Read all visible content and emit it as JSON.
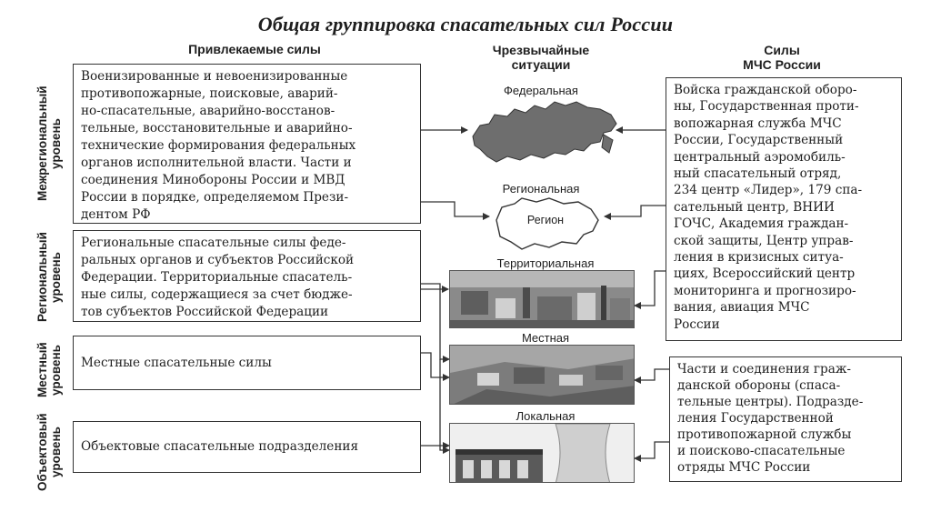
{
  "title": "Общая группировка спасательных сил России",
  "headers": {
    "left": "Привлекаемые силы",
    "center": [
      "Чрезвычайные",
      "ситуации"
    ],
    "right": [
      "Силы",
      "МЧС России"
    ]
  },
  "levels": [
    [
      "Межрегиональный",
      "уровень"
    ],
    [
      "Региональный",
      "уровень"
    ],
    [
      "Местный",
      "уровень"
    ],
    [
      "Объектовый",
      "уровень"
    ]
  ],
  "left_boxes": {
    "interregional": [
      "Военизированные и невоенизированные",
      "противопожарные, поисковые, аварий-",
      "но-спасательные, аварийно-восстанов-",
      "тельные, восстановительные и аварийно-",
      "технические формирования федеральных",
      "органов исполнительной власти. Части и",
      "соединения Минобороны России и МВД",
      "России в порядке, определяемом Прези-",
      "дентом РФ"
    ],
    "regional": [
      "Региональные спасательные силы феде-",
      "ральных органов и субъектов Российской",
      "Федерации. Территориальные спасатель-",
      "ные силы, содержащиеся за счет бюдже-",
      "тов субъектов Российской Федерации"
    ],
    "local": "Местные спасательные силы",
    "object": "Объектовые спасательные подразделения"
  },
  "right_boxes": {
    "mchs_top": [
      "Войска гражданской оборо-",
      "ны, Государственная проти-",
      "вопожарная служба МЧС",
      "России, Государственный",
      "центральный аэромобиль-",
      "ный спасательный отряд,",
      "234 центр «Лидер», 179 спа-",
      "сательный центр, ВНИИ",
      "ГОЧС, Академия граждан-",
      "ской защиты, Центр управ-",
      "ления в кризисных ситуа-",
      "циях, Всероссийский центр",
      "мониторинга и прогнозиро-",
      "вания, авиация МЧС",
      "России"
    ],
    "mchs_bottom": [
      "Части и соединения граж-",
      "данской обороны (спаса-",
      "тельные центры). Подразде-",
      "ления Государственной",
      "противопожарной службы",
      "и поисково-спасательные",
      "отряды МЧС России"
    ]
  },
  "situations": {
    "federal": "Федеральная",
    "regional": "Региональная",
    "region_map_label": "Регион",
    "territorial": "Территориальная",
    "local": "Местная",
    "localized": "Локальная"
  }
}
